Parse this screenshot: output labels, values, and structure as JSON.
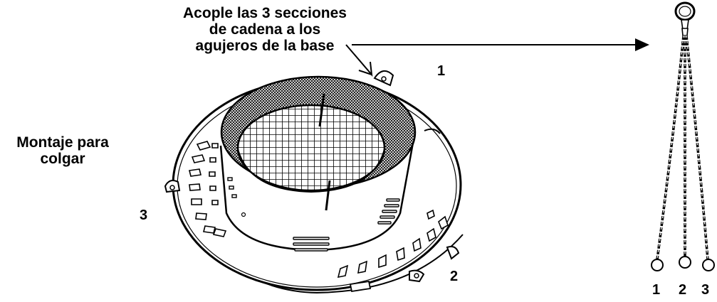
{
  "instruction": {
    "line1": "Acople las 3 secciones",
    "line2": "de cadena a los",
    "line3": "agujeros de la base"
  },
  "side_label": {
    "line1": "Montaje para",
    "line2": "colgar"
  },
  "basket_numbers": {
    "one": "1",
    "two": "2",
    "three": "3"
  },
  "chain_numbers": {
    "one": "1",
    "two": "2",
    "three": "3"
  },
  "colors": {
    "ink": "#000000",
    "background": "#ffffff"
  }
}
